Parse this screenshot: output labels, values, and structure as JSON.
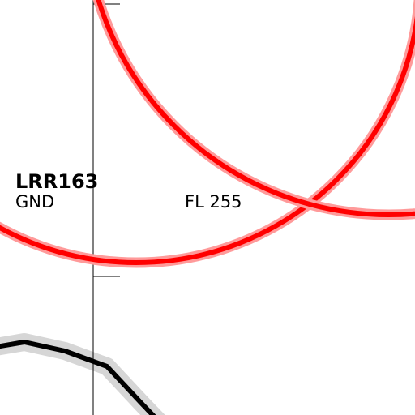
{
  "map": {
    "airspace_labels": {
      "zone_id": "LRR163",
      "lower_limit": "GND",
      "upper_limit": "FL 255"
    },
    "colors": {
      "restricted_area_stroke": "#ff0000",
      "restricted_area_halo": "#ff9a9a",
      "border_line": "#000000",
      "border_halo": "#d6d6d6",
      "meridian_line": "#000000",
      "background": "#ffffff"
    }
  }
}
